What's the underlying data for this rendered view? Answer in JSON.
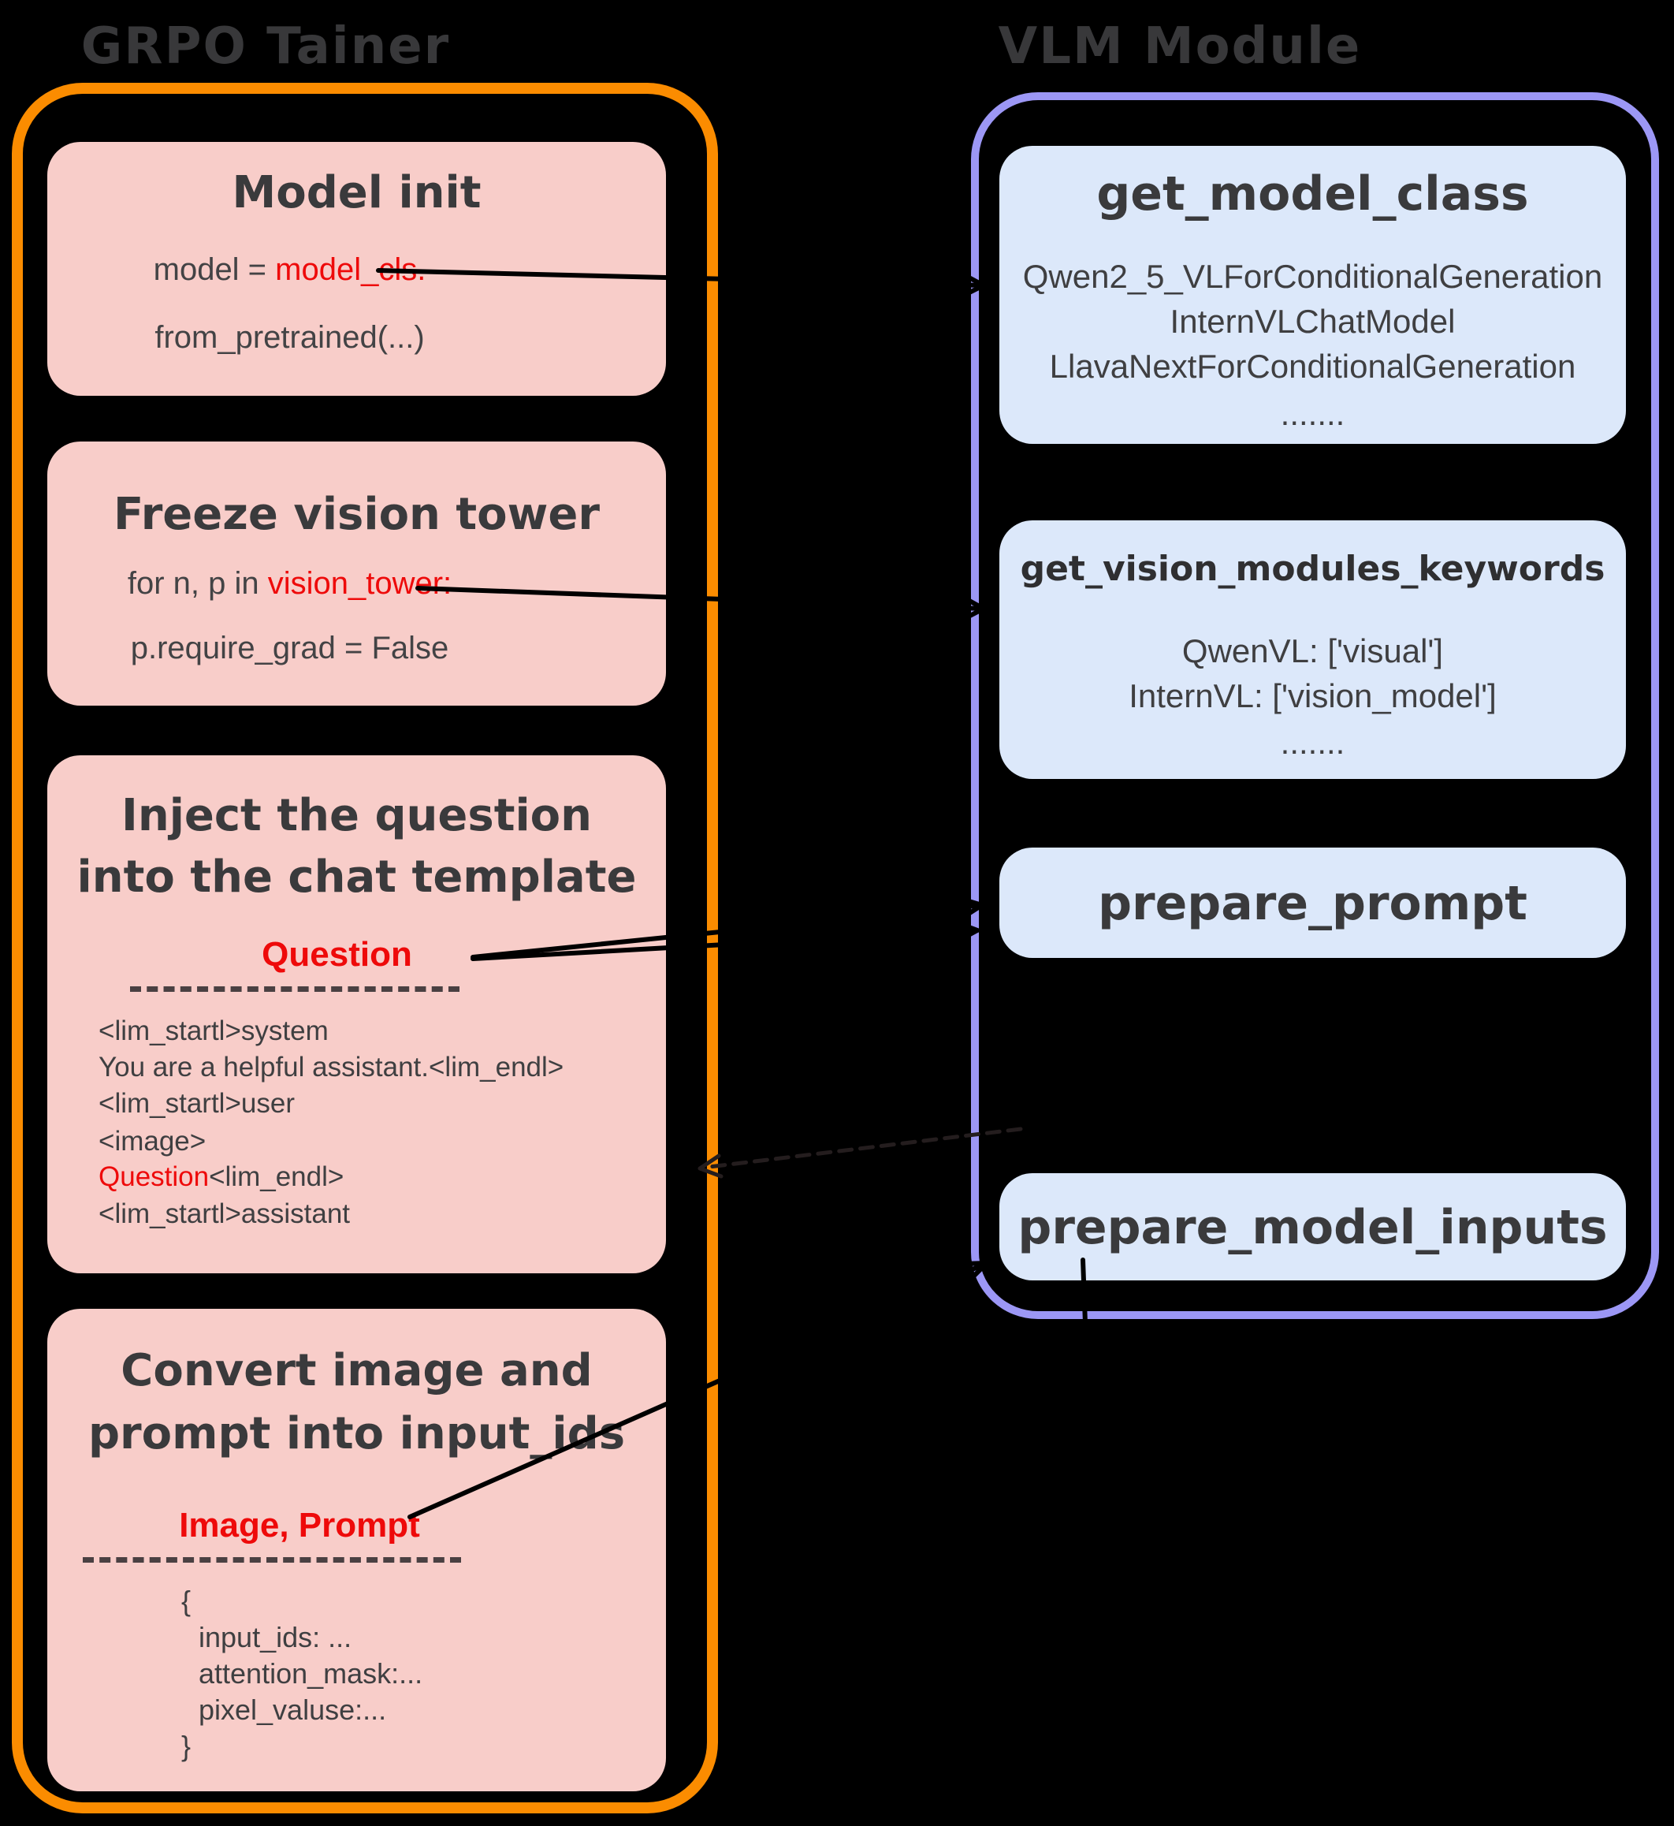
{
  "left_panel": {
    "title": "GRPO Tainer",
    "border_color": "#fb8c00",
    "box_color": "#f8cdc9",
    "highlight_color": "#ee0a0a",
    "boxes": [
      {
        "title": "Model init",
        "line1_pre": "model = ",
        "line1_red": "model_cls.",
        "line2": "from_pretrained(...)"
      },
      {
        "title": "Freeze vision tower",
        "line1_pre": "for n, p in ",
        "line1_red": "vision_tower:",
        "line2": "p.require_grad = False"
      },
      {
        "title_l1": "Inject the question",
        "title_l2": "into the chat template",
        "label": "Question",
        "code": [
          "<lim_startl>system",
          "You are a helpful assistant.<lim_endl>",
          "<lim_startl>user",
          "<image>"
        ],
        "code_q_red": "Question",
        "code_q_tail": "<lim_endl>",
        "code_last": "<lim_startl>assistant"
      },
      {
        "title_l1": "Convert image and",
        "title_l2": "prompt into input_ids",
        "label": "Image, Prompt",
        "code": [
          "{",
          "input_ids: ...",
          "attention_mask:...",
          "pixel_valuse:...",
          "}"
        ]
      }
    ]
  },
  "right_panel": {
    "title": "VLM Module",
    "border_color": "#9c97f5",
    "box_color": "#dce8fa",
    "boxes": [
      {
        "title": "get_model_class",
        "items": [
          "Qwen2_5_VLForConditionalGeneration",
          "InternVLChatModel",
          "LlavaNextForConditionalGeneration",
          "......."
        ]
      },
      {
        "title": "get_vision_modules_keywords",
        "items": [
          "QwenVL: ['visual']",
          "InternVL: ['vision_model']",
          "......."
        ]
      },
      {
        "title": "prepare_prompt"
      },
      {
        "title": "prepare_model_inputs"
      }
    ]
  }
}
